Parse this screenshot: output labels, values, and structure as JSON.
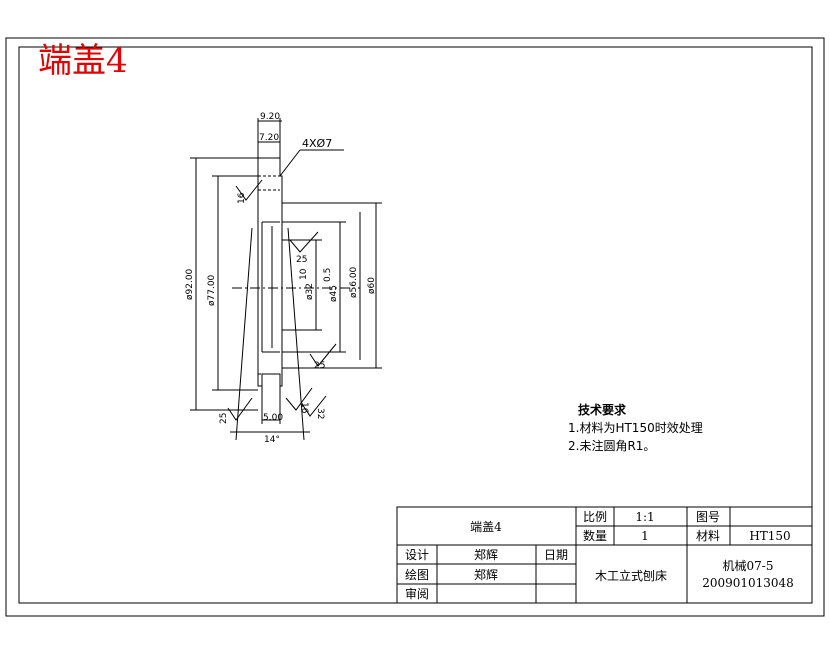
{
  "title": "端盖4",
  "callouts": {
    "holes": "4XØ7"
  },
  "dimensions": {
    "top_outer": "9.20",
    "top_inner": "7.20",
    "d92": "ø92.00",
    "d77": "ø77.00",
    "d32": "ø32",
    "d32_tol": "10",
    "d45": "ø45",
    "d45_tol": "0.5",
    "d56": "ø56.00",
    "d60": "ø60",
    "angle": "14°",
    "bottom_width": "5.00"
  },
  "roughness": {
    "r16_left": "16",
    "r25_mid": "25",
    "r25_low": "25",
    "r25_bottom_left": "25",
    "r16_bottom": "16",
    "r32_bottom": "32"
  },
  "tech_notes": {
    "heading": "技术要求",
    "line1": "1.材料为HT150时效处理",
    "line2": "2.未注圆角R1。"
  },
  "title_block": {
    "part_name": "端盖4",
    "scale_label": "比例",
    "scale_value": "1:1",
    "drawing_no_label": "图号",
    "qty_label": "数量",
    "qty_value": "1",
    "material_label": "材料",
    "material_value": "HT150",
    "design_label": "设计",
    "design_name": "郑辉",
    "date_label": "日期",
    "draw_label": "绘图",
    "draw_name": "郑辉",
    "review_label": "审阅",
    "machine_name": "木工立式刨床",
    "class_label": "机械07-5",
    "student_id": "200901013048"
  }
}
